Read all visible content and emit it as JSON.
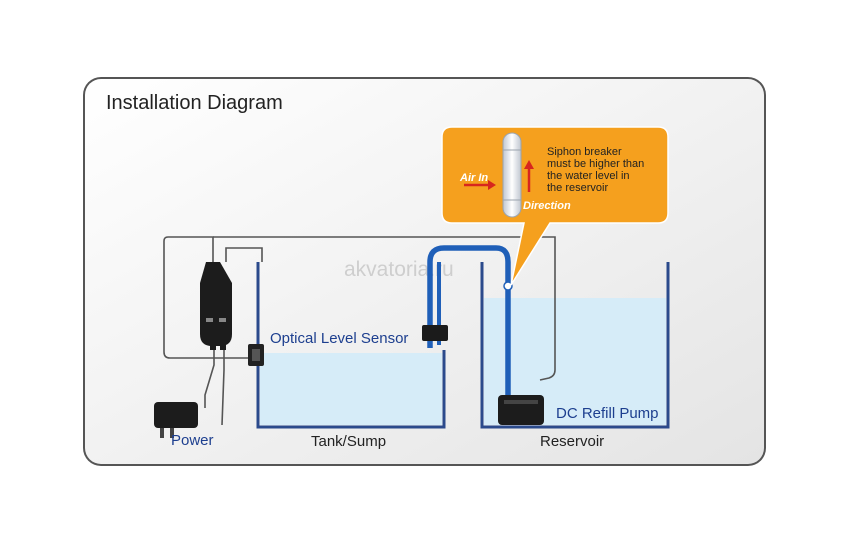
{
  "title": "Installation Diagram",
  "watermark": "akvatoria.ru",
  "labels": {
    "power": "Power",
    "sensor": "Optical Level Sensor",
    "tank": "Tank/Sump",
    "reservoir": "Reservoir",
    "pump": "DC Refill Pump"
  },
  "callout": {
    "air_in": "Air In",
    "direction": "Direction",
    "note_lines": [
      "Siphon breaker",
      "must be higher than",
      "the water level in",
      "the reservoir"
    ]
  },
  "colors": {
    "water": "#d6ecf8",
    "tank_wall": "#2b4a8c",
    "tube": "#1f5fb8",
    "cable": "#555555",
    "callout_bg": "#f5a01e",
    "accent_red": "#d7261e",
    "label_blue": "#1d3f8f"
  }
}
